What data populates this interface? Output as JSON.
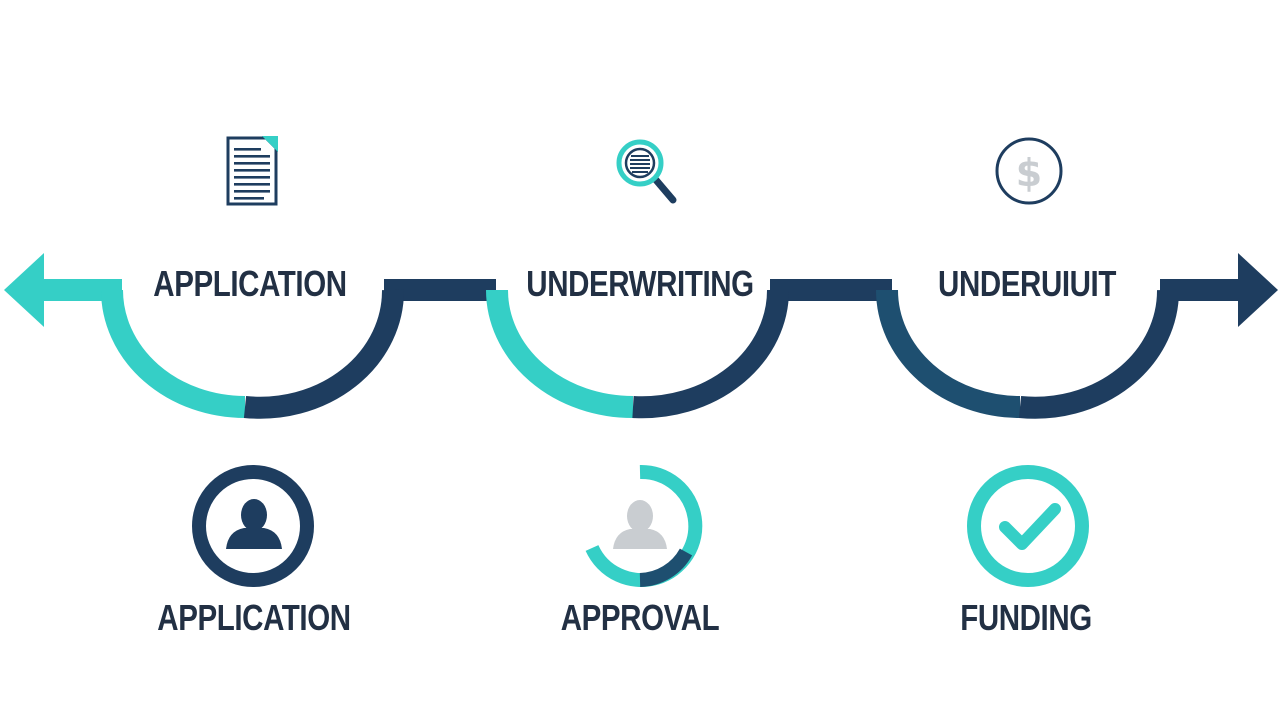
{
  "colors": {
    "teal": "#35cfc6",
    "navy": "#1e3d5f",
    "text": "#223044",
    "muted": "#c9cdd1"
  },
  "top_steps": [
    {
      "label": "APPLICATION",
      "icon": "document-icon"
    },
    {
      "label": "UNDERWRITING",
      "icon": "magnifier-icon"
    },
    {
      "label": "UNDERUIUIT",
      "icon": "dollar-coin-icon"
    }
  ],
  "bottom_steps": [
    {
      "label": "APPLICATION",
      "icon": "user-icon"
    },
    {
      "label": "APPROVAL",
      "icon": "user-icon"
    },
    {
      "label": "FUNDING",
      "icon": "checkmark-icon"
    }
  ]
}
